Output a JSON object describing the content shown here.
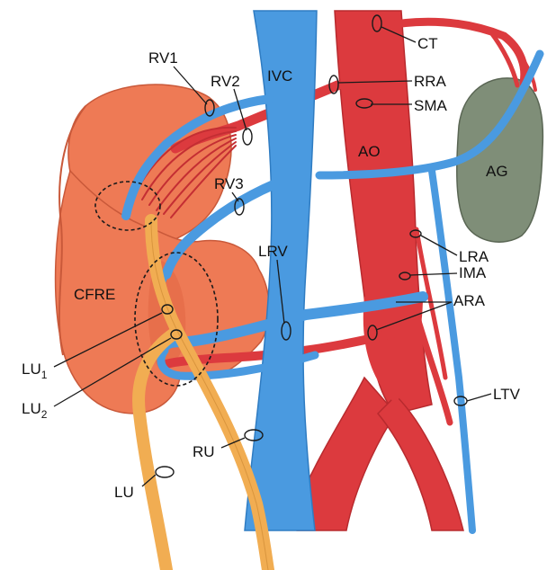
{
  "diagram": {
    "structures": {
      "ivc": "IVC",
      "ao": "AO",
      "ag": "AG",
      "cfre": "CFRE"
    },
    "vessel_labels": {
      "ct": "CT",
      "rra": "RRA",
      "sma": "SMA",
      "rv1": "RV1",
      "rv2": "RV2",
      "rv3": "RV3",
      "lrv": "LRV",
      "lra": "LRA",
      "ima": "IMA",
      "ara": "ARA",
      "ltv": "LTV",
      "ru": "RU",
      "lu": "LU",
      "lu1_base": "LU",
      "lu1_sub": "1",
      "lu2_base": "LU",
      "lu2_sub": "2"
    },
    "colors": {
      "kidney": "#ee7a55",
      "vein": "#4a9ae0",
      "artery": "#dc3a3e",
      "ureter": "#f1ad52",
      "adrenal": "#7f8e78",
      "outline": "#1a1a1a"
    }
  }
}
